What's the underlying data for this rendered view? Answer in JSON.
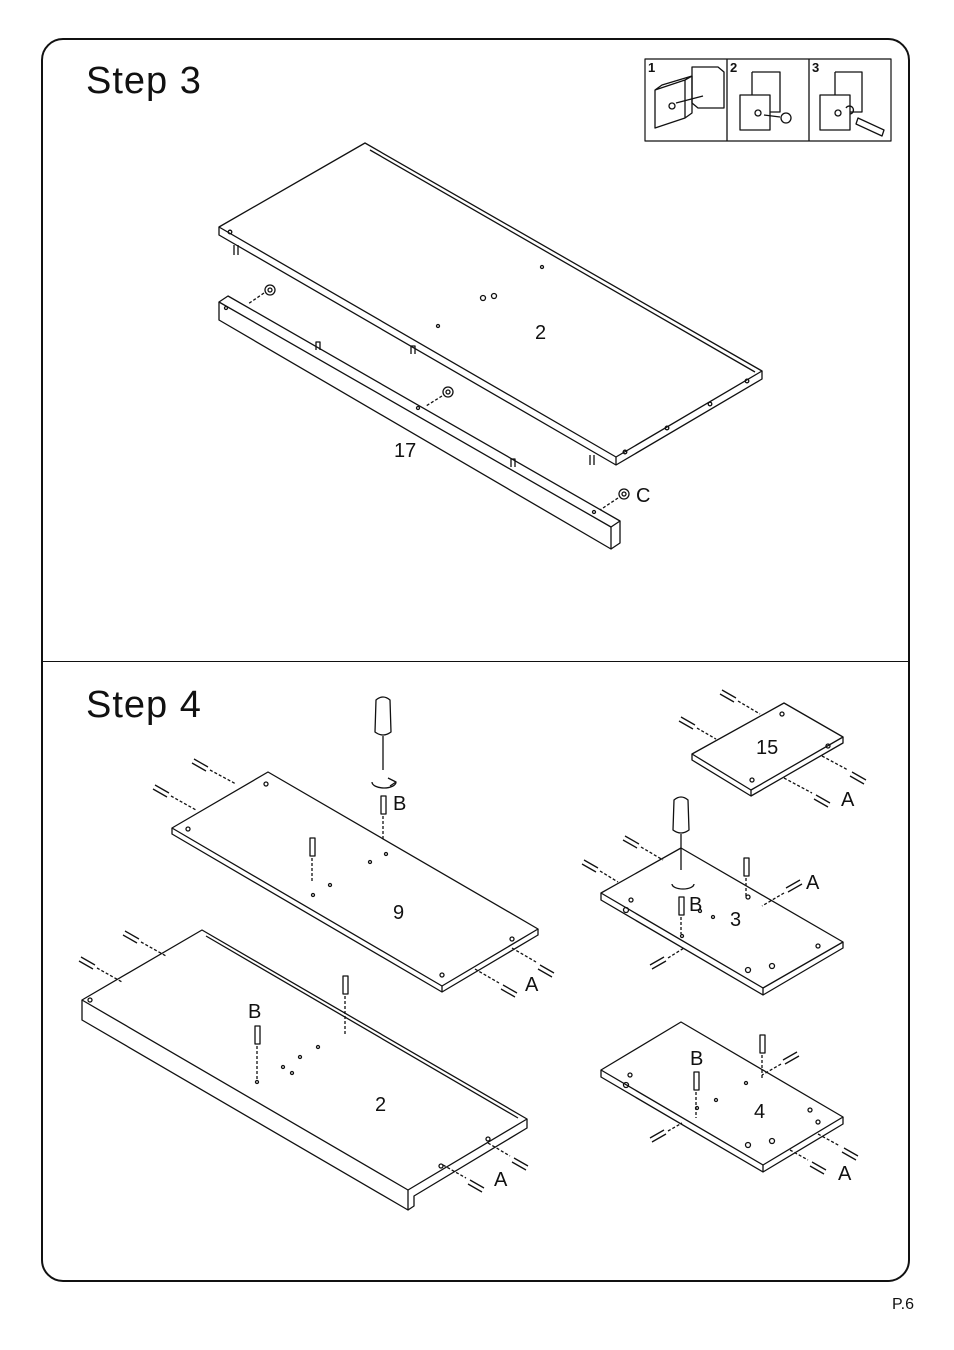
{
  "page": {
    "step3_title": "Step  3",
    "step4_title": "Step  4",
    "page_number": "P.6"
  },
  "step3": {
    "inset_labels": [
      "1",
      "2",
      "3"
    ],
    "part_labels": {
      "top_panel": "2",
      "rail": "17",
      "hardware": "C"
    }
  },
  "step4": {
    "part_labels": {
      "panel_9": "9",
      "panel_2": "2",
      "panel_15": "15",
      "panel_3": "3",
      "panel_4": "4",
      "hardware_b_1": "B",
      "hardware_b_2": "B",
      "hardware_b_3": "B",
      "hardware_b_4": "B",
      "hardware_a_1": "A",
      "hardware_a_2": "A",
      "hardware_a_3": "A",
      "hardware_a_4": "A",
      "hardware_a_5": "A"
    }
  }
}
